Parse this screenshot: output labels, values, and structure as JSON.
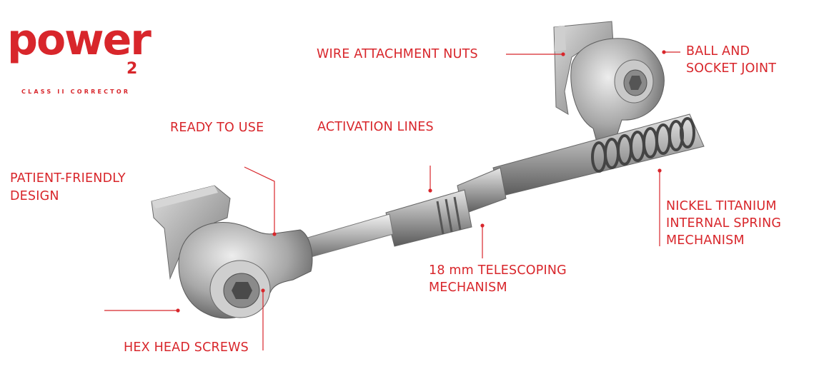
{
  "logo": {
    "word": "power",
    "number": "2",
    "tagline": "CLASS II CORRECTOR"
  },
  "labels": {
    "wire_attachment_nuts": "WIRE ATTACHMENT NUTS",
    "ball_and_socket_joint": [
      "BALL AND",
      "SOCKET JOINT"
    ],
    "ready_to_use": "READY TO USE",
    "activation_lines": "ACTIVATION LINES",
    "patient_friendly_design": [
      "PATIENT-FRIENDLY",
      "DESIGN"
    ],
    "nickel_titanium_spring": [
      "NICKEL TITANIUM",
      "INTERNAL SPRING",
      "MECHANISM"
    ],
    "telescoping_mechanism": [
      "18 mm  TELESCOPING",
      "MECHANISM"
    ],
    "hex_head_screws": "HEX HEAD SCREWS"
  },
  "colors": {
    "accent": "#d8262b",
    "metal_light": "#d9d9d9",
    "metal_mid": "#9a9a9a",
    "metal_dark": "#5e5e5e"
  }
}
